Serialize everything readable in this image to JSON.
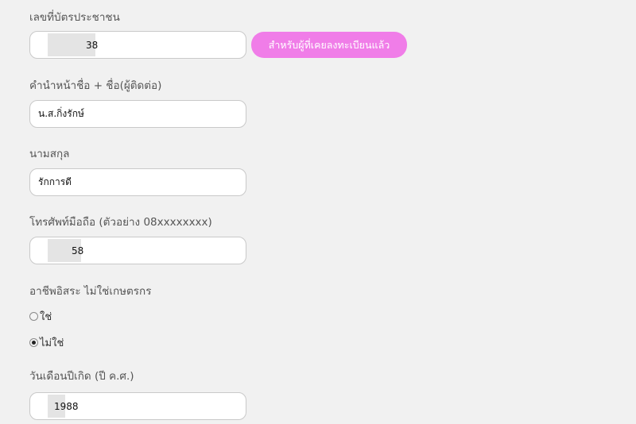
{
  "fields": {
    "id_card": {
      "label": "เลขที่บัตรประชาชน",
      "value": "38"
    },
    "title_name": {
      "label": "คำนำหน้าชื่อ + ชื่อ(ผู้ติดต่อ)",
      "value": "น.ส.กิ่งรักษ์"
    },
    "surname": {
      "label": "นามสกุล",
      "value": "รักการดี"
    },
    "phone": {
      "label": "โทรศัพท์มือถือ (ตัวอย่าง 08xxxxxxxx)",
      "value": "58"
    },
    "birth_date": {
      "label": "วันเดือนปีเกิด (ปี ค.ศ.)",
      "value": "1988"
    }
  },
  "registered_button": {
    "label": "สำหรับผู้ที่เคยลงทะเบียนแล้ว",
    "color": "#f07de8"
  },
  "occupation": {
    "question": "อาชีพอิสระ ไม่ใช่เกษตรกร",
    "options": [
      {
        "label": "ใช่",
        "selected": false
      },
      {
        "label": "ไม่ใช่",
        "selected": true
      }
    ]
  }
}
